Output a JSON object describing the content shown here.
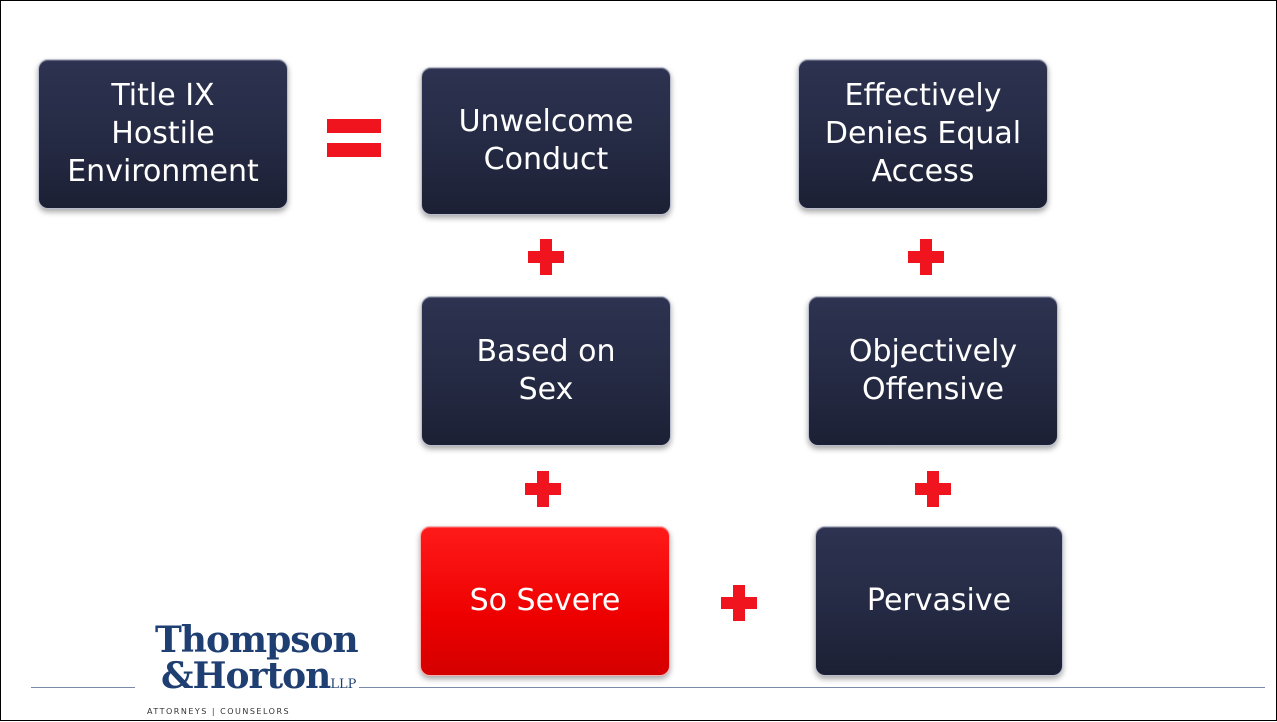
{
  "diagram": {
    "definition_box": "Title IX\nHostile\nEnvironment",
    "boxes": {
      "unwelcome": "Unwelcome\nConduct",
      "denies": "Effectively\nDenies Equal\nAccess",
      "based": "Based on\nSex",
      "objective": "Objectively\nOffensive",
      "severe": "So Severe",
      "pervasive": "Pervasive"
    },
    "highlight_color": "#ee0000",
    "box_color": "#252a44",
    "operator_color": "#f0141e"
  },
  "logo": {
    "line1": "Thompson",
    "line2": "&Horton",
    "suffix": "LLP",
    "tagline": "ATTORNEYS | COUNSELORS"
  }
}
